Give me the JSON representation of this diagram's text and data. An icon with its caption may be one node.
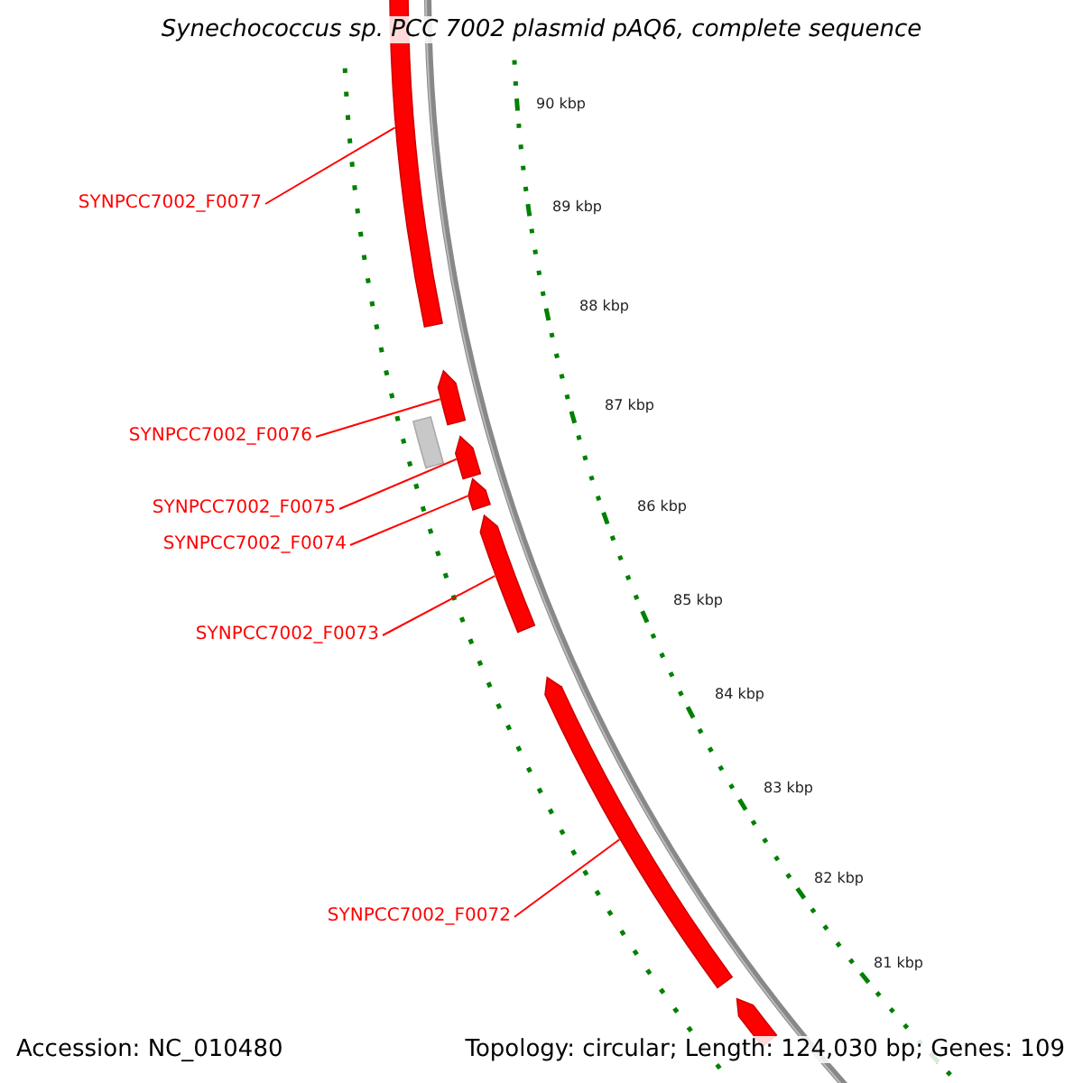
{
  "diagram": {
    "title": "Synechococcus sp. PCC 7002 plasmid pAQ6, complete sequence",
    "nodes": [
      {
        "text": [
          "SYNPCC7002_F0077"
        ]
      },
      {
        "text": [
          "SYNPCC7002_F0076"
        ]
      },
      {
        "text": [
          "SYNPCC7002_F0075"
        ]
      },
      {
        "text": [
          "SYNPCC7002_F0074"
        ]
      },
      {
        "text": [
          "SYNPCC7002_F0073"
        ]
      },
      {
        "text": [
          "SYNPCC7002_F0072"
        ]
      },
      {
        "text": [],
        "shape": "bar"
      },
      {
        "text": [],
        "shape": "bar"
      },
      {
        "text": [],
        "shape": "bar"
      },
      {
        "text": [],
        "shape": "bar"
      },
      {
        "text": [],
        "shape": "bar"
      },
      {
        "text": [],
        "shape": "bar"
      },
      {
        "text": [],
        "shape": "bar"
      },
      {
        "text": [],
        "shape": "bar"
      }
    ],
    "edges": [
      {
        "from": 0,
        "to": 6,
        "arrow": "none"
      },
      {
        "from": 1,
        "to": 7,
        "arrow": "none"
      },
      {
        "from": 2,
        "to": 9,
        "arrow": "none"
      },
      {
        "from": 3,
        "to": 10,
        "arrow": "none"
      },
      {
        "from": 4,
        "to": 11,
        "arrow": "none"
      },
      {
        "from": 5,
        "to": 12,
        "arrow": "none"
      }
    ],
    "labels": [
      "90 kbp",
      "89 kbp",
      "88 kbp",
      "87 kbp",
      "86 kbp",
      "85 kbp",
      "84 kbp",
      "83 kbp",
      "82 kbp",
      "81 kbp",
      "Accession: NC_010480",
      "Topology: circular; Length: 124,030 bp; Genes: 109"
    ]
  }
}
